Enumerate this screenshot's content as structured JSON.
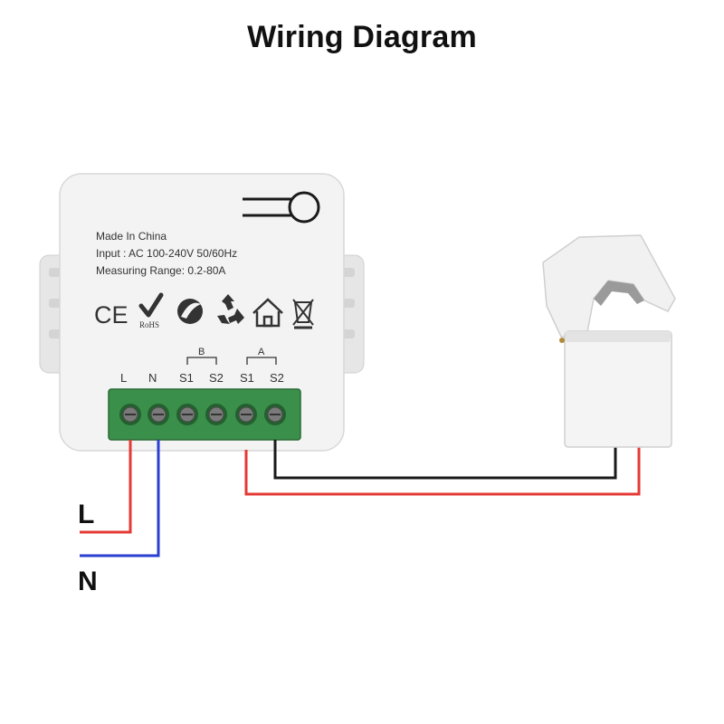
{
  "title": "Wiring Diagram",
  "device": {
    "lines": [
      "Made In China",
      "Input : AC 100-240V 50/60Hz",
      "Measuring Range: 0.2-80A"
    ],
    "cert_marks": [
      "CE",
      "RoHS"
    ],
    "icons": [
      "ce-mark-icon",
      "rohs-check-icon",
      "green-dot-icon",
      "recycle-icon",
      "indoor-house-icon",
      "weee-bin-icon"
    ],
    "group_b": "B",
    "group_a": "A",
    "terminals": [
      "L",
      "N",
      "S1",
      "S2",
      "S1",
      "S2"
    ]
  },
  "legend": {
    "live": "L",
    "neutral": "N"
  },
  "colors": {
    "live_wire": "#e53935",
    "neutral_wire": "#2a3fd0",
    "signal_wire": "#1a1a1a",
    "terminal_block": "#3a8f4a",
    "housing": "#f2f2f2"
  }
}
